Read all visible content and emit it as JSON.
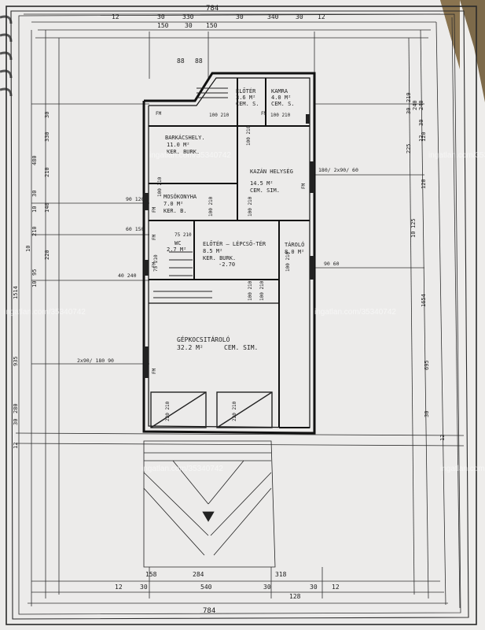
{
  "dimensions": {
    "top_total": "784",
    "top_row": [
      "12",
      "30",
      "330",
      "30",
      "340",
      "30",
      "12"
    ],
    "top_sub": [
      "150",
      "30",
      "150"
    ],
    "top_small": [
      "88",
      "88"
    ],
    "bottom_upper": [
      "158",
      "284",
      "318"
    ],
    "bottom_row": [
      "12",
      "30",
      "540",
      "30",
      "128",
      "30",
      "12"
    ],
    "bottom_total": "784",
    "left_outer": [
      "1514",
      "935",
      "280",
      "12",
      "30"
    ],
    "left_mid": [
      "480",
      "330",
      "30",
      "30",
      "210",
      "140",
      "210",
      "220",
      "95",
      "10",
      "10",
      "10"
    ],
    "right_outer": [
      "1654",
      "695",
      "120",
      "30",
      "12"
    ],
    "right_mid": [
      "219",
      "30",
      "225",
      "120",
      "125",
      "10",
      "240"
    ],
    "right_side": [
      "240",
      "30",
      "12"
    ]
  },
  "rooms": [
    {
      "name": "ELŐTÉR",
      "area": "3.6 M²",
      "floor": "CEM. S."
    },
    {
      "name": "KAMRA",
      "area": "4.0 M²",
      "floor": "CEM. S."
    },
    {
      "name": "BARKÁCSHELY.",
      "area": "11.0 M²",
      "floor": "KER. BURK."
    },
    {
      "name": "KAZÁN HELYSÉG",
      "area": "14.5 M²",
      "floor": "CEM. SIM."
    },
    {
      "name": "MOSÓKONYHA",
      "area": "7.0 M²",
      "floor": "KER. B."
    },
    {
      "name": "WC",
      "area": "2.7 M²",
      "floor": ""
    },
    {
      "name": "ELŐTÉR – LÉPCSŐ-TÉR",
      "area": "8.5 M²",
      "floor": "KER. BURK."
    },
    {
      "name": "TÁROLÓ",
      "area": "8.0 M²",
      "floor": ""
    },
    {
      "name": "GÉPKOCSITÁROLÓ",
      "area": "32.2 M²",
      "floor": "CEM. SIM."
    }
  ],
  "level": "-2.70",
  "openings": {
    "door_labels": [
      "100 210",
      "100 210",
      "100 210",
      "100 210",
      "100 210",
      "75 210",
      "100 210",
      "100 210",
      "75 210",
      "100 210",
      "100 210",
      "220 210",
      "220 210"
    ],
    "window_labels": [
      "180/ 2x90/ 60",
      "90 60",
      "60 150",
      "40 240",
      "2x90/ 180 90",
      "90 120"
    ],
    "fm_tags": [
      "FM",
      "FM",
      "FM",
      "FM",
      "FM",
      "FM",
      "FM"
    ]
  },
  "watermarks": [
    "ingatlan.com/35340742",
    "ingatlan.com/35340742",
    "ingatlan.com/35340742",
    "ingatlan.com/35340742",
    "ingatlan.com/35340742",
    "ingatlan.com"
  ]
}
